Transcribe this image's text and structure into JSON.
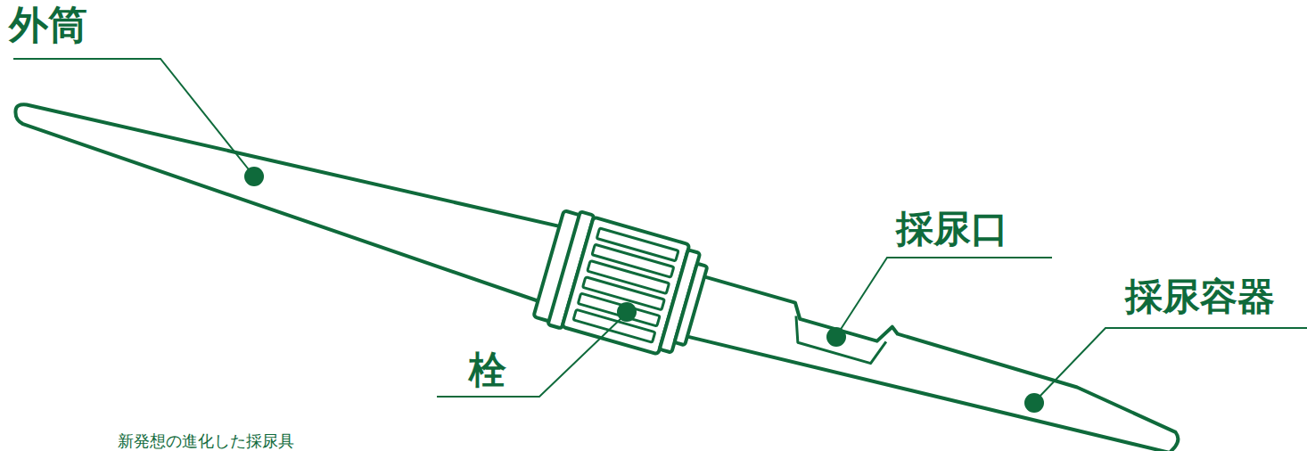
{
  "diagram": {
    "labels": [
      "外筒",
      "採尿口",
      "採尿容器",
      "栓",
      "新発想の進化した採尿具"
    ]
  }
}
